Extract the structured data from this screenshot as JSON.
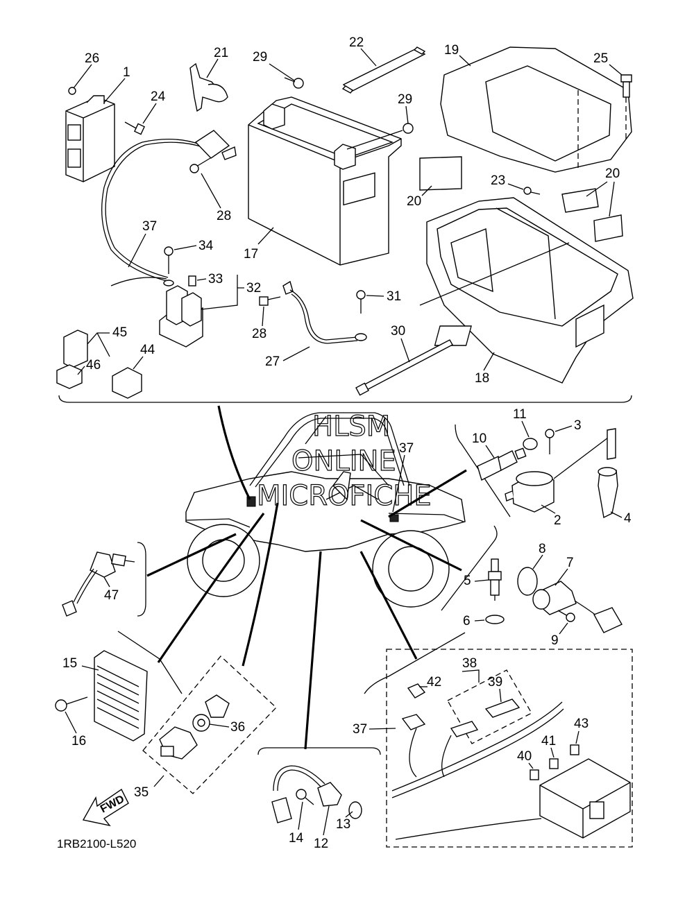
{
  "watermark": {
    "line1": "HLSM",
    "line2": "ONLINE",
    "line3": "MICROFICHE"
  },
  "diagram_code": "1RB2100-L520",
  "direction_arrow": "FWD",
  "callouts": {
    "c1": "1",
    "c2": "2",
    "c3": "3",
    "c4": "4",
    "c5": "5",
    "c6": "6",
    "c7": "7",
    "c8": "8",
    "c9": "9",
    "c10": "10",
    "c11": "11",
    "c12": "12",
    "c13": "13",
    "c14": "14",
    "c15": "15",
    "c16": "16",
    "c17": "17",
    "c18": "18",
    "c19": "19",
    "c20a": "20",
    "c20b": "20",
    "c21": "21",
    "c22": "22",
    "c23": "23",
    "c24": "24",
    "c25": "25",
    "c26": "26",
    "c27": "27",
    "c28a": "28",
    "c28b": "28",
    "c29a": "29",
    "c29b": "29",
    "c30": "30",
    "c31": "31",
    "c32": "32",
    "c33": "33",
    "c34": "34",
    "c35": "35",
    "c36": "36",
    "c37a": "37",
    "c37b": "37",
    "c37c": "37",
    "c38": "38",
    "c39": "39",
    "c40": "40",
    "c41": "41",
    "c42": "42",
    "c43": "43",
    "c44": "44",
    "c45": "45",
    "c46": "46",
    "c47": "47"
  }
}
